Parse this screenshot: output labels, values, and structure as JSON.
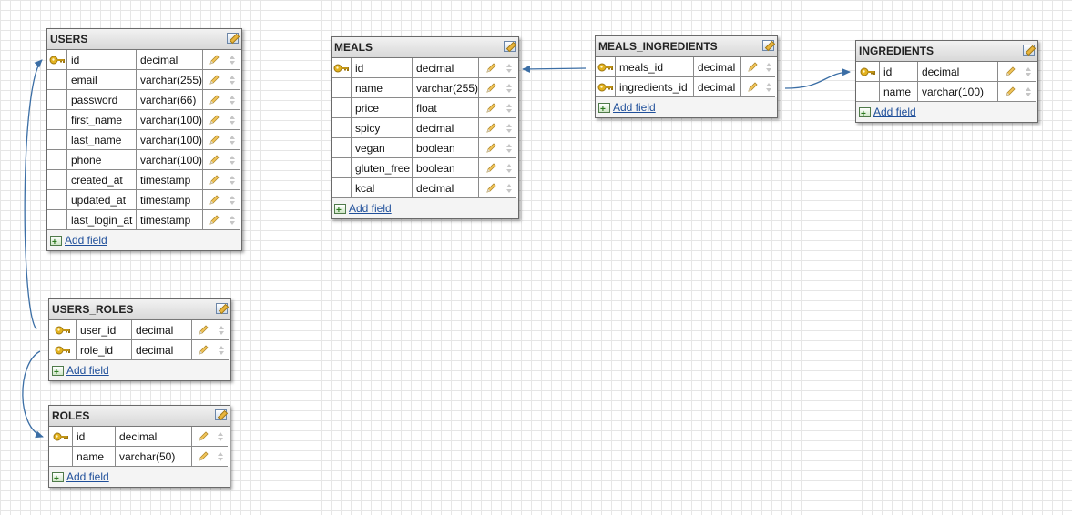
{
  "tables": [
    {
      "name": "USERS",
      "fields": [
        {
          "name": "id",
          "type": "decimal",
          "key": true
        },
        {
          "name": "email",
          "type": "varchar(255)",
          "key": false
        },
        {
          "name": "password",
          "type": "varchar(66)",
          "key": false
        },
        {
          "name": "first_name",
          "type": "varchar(100)",
          "key": false
        },
        {
          "name": "last_name",
          "type": "varchar(100)",
          "key": false
        },
        {
          "name": "phone",
          "type": "varchar(100)",
          "key": false
        },
        {
          "name": "created_at",
          "type": "timestamp",
          "key": false
        },
        {
          "name": "updated_at",
          "type": "timestamp",
          "key": false
        },
        {
          "name": "last_login_at",
          "type": "timestamp",
          "key": false
        }
      ],
      "add_label": "Add field"
    },
    {
      "name": "USERS_ROLES",
      "fields": [
        {
          "name": "user_id",
          "type": "decimal",
          "key": true
        },
        {
          "name": "role_id",
          "type": "decimal",
          "key": true
        }
      ],
      "add_label": "Add field"
    },
    {
      "name": "ROLES",
      "fields": [
        {
          "name": "id",
          "type": "decimal",
          "key": true
        },
        {
          "name": "name",
          "type": "varchar(50)",
          "key": false
        }
      ],
      "add_label": "Add field"
    },
    {
      "name": "MEALS",
      "fields": [
        {
          "name": "id",
          "type": "decimal",
          "key": true
        },
        {
          "name": "name",
          "type": "varchar(255)",
          "key": false
        },
        {
          "name": "price",
          "type": "float",
          "key": false
        },
        {
          "name": "spicy",
          "type": "decimal",
          "key": false
        },
        {
          "name": "vegan",
          "type": "boolean",
          "key": false
        },
        {
          "name": "gluten_free",
          "type": "boolean",
          "key": false
        },
        {
          "name": "kcal",
          "type": "decimal",
          "key": false
        }
      ],
      "add_label": "Add field"
    },
    {
      "name": "MEALS_INGREDIENTS",
      "fields": [
        {
          "name": "meals_id",
          "type": "decimal",
          "key": true
        },
        {
          "name": "ingredients_id",
          "type": "decimal",
          "key": true
        }
      ],
      "add_label": "Add field"
    },
    {
      "name": "INGREDIENTS",
      "fields": [
        {
          "name": "id",
          "type": "decimal",
          "key": true
        },
        {
          "name": "name",
          "type": "varchar(100)",
          "key": false
        }
      ],
      "add_label": "Add field"
    }
  ],
  "colors": {
    "link": "#3b6ea5",
    "key": "#e3b21f",
    "grid": "#e6e6e6"
  },
  "icons": {
    "key": "key-icon",
    "edit": "pencil-icon",
    "order": "up-down-arrows-icon",
    "table_edit": "edit-table-icon",
    "add": "add-field-icon"
  }
}
